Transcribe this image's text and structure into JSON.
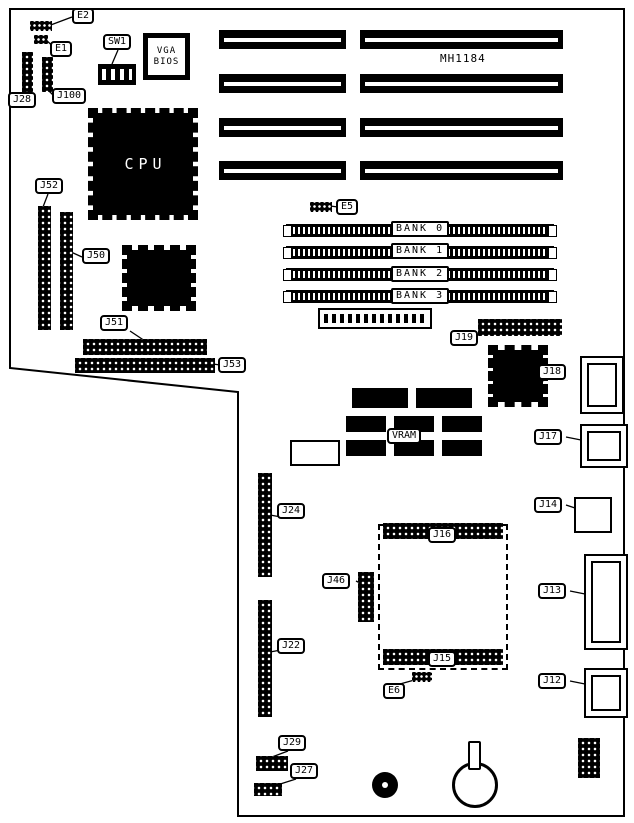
{
  "board": {
    "id_text": "MH1184",
    "cpu_label": "CPU",
    "bios_line1": "VGA",
    "bios_line2": "BIOS",
    "vram_label": "VRAM",
    "banks": [
      "BANK 0",
      "BANK 1",
      "BANK 2",
      "BANK 3"
    ],
    "labels": {
      "e1": "E1",
      "e2": "E2",
      "sw1": "SW1",
      "j28": "J28",
      "j100": "J100",
      "j52": "J52",
      "j50": "J50",
      "j51": "J51",
      "j53": "J53",
      "e5": "E5",
      "j19": "J19",
      "j18": "J18",
      "j17": "J17",
      "j14": "J14",
      "j16": "J16",
      "j46": "J46",
      "j13": "J13",
      "j24": "J24",
      "j22": "J22",
      "j15": "J15",
      "e6": "E6",
      "j12": "J12",
      "j29": "J29",
      "j27": "J27"
    },
    "colors": {
      "ink": "#000000",
      "board": "#ffffff"
    }
  }
}
